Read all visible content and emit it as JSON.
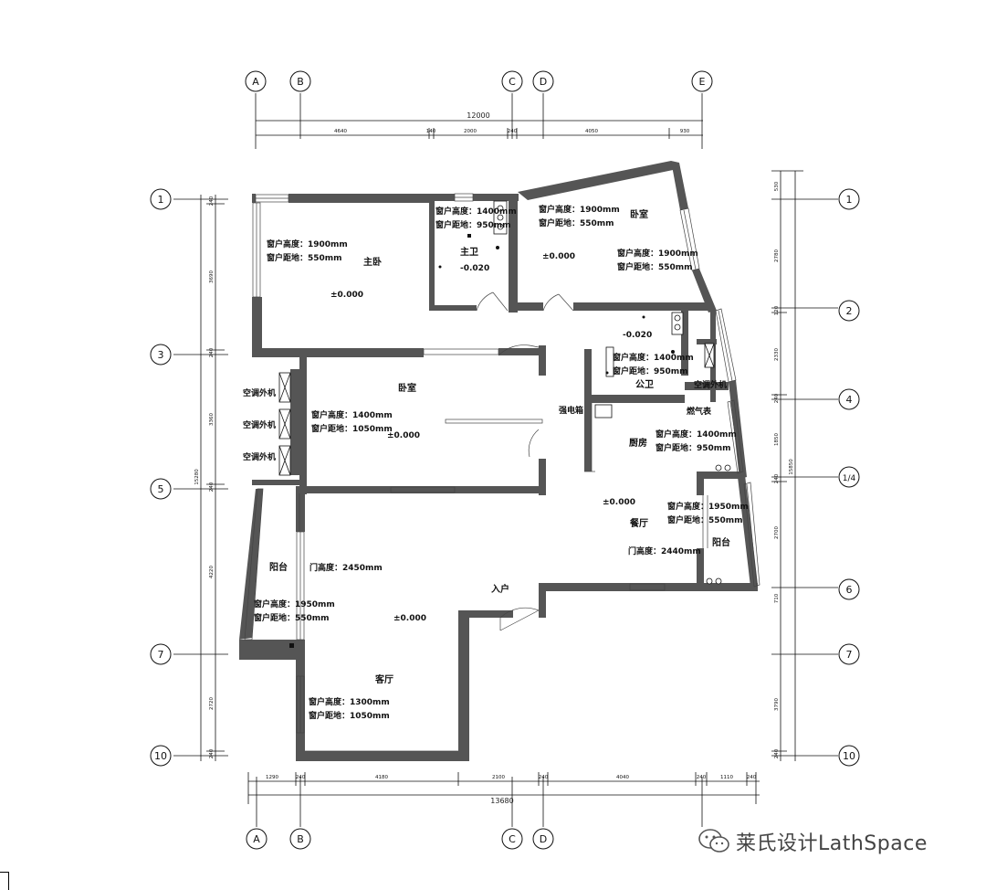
{
  "axes": {
    "top": [
      "A",
      "B",
      "C",
      "D",
      "E"
    ],
    "bottom": [
      "A",
      "B",
      "C",
      "D"
    ],
    "left": [
      "1",
      "3",
      "5",
      "7",
      "10"
    ],
    "right": [
      "1",
      "2",
      "4",
      "1/4",
      "6",
      "7",
      "10"
    ]
  },
  "dims": {
    "top_total": "12000",
    "top_segments": [
      "4640",
      "140",
      "2000",
      "240",
      "4050",
      "930"
    ],
    "bottom_total": "13680",
    "bottom_segments": [
      "1290",
      "240",
      "4180",
      "2100",
      "240",
      "4040",
      "240",
      "1110",
      "240"
    ],
    "left_total": "15280",
    "left_segments": [
      "240",
      "3690",
      "240",
      "3360",
      "240",
      "4220",
      "2720",
      "240"
    ],
    "right_total": "15850",
    "right_segments": [
      "530",
      "2780",
      "120",
      "2330",
      "240",
      "1850",
      "240",
      "2700",
      "710",
      "3790",
      "240"
    ]
  },
  "rooms": {
    "master_bedroom": "主卧",
    "master_bath": "主卫",
    "bedroom_ne": "卧室",
    "bedroom_mid": "卧室",
    "public_bath": "公卫",
    "kitchen": "厨房",
    "dining": "餐厅",
    "living": "客厅",
    "balcony_w": "阳台",
    "balcony_e": "阳台",
    "entry": "入户",
    "ac_1": "空调外机",
    "ac_2": "空调外机",
    "ac_3": "空调外机",
    "ac_4": "空调外机",
    "electric_box": "强电箱",
    "gas_meter": "燃气表"
  },
  "notes": {
    "mb_win_h": "窗户高度：1900mm",
    "mb_win_s": "窗户距地：550mm",
    "mbath_win_h": "窗户高度：1400mm",
    "mbath_win_s": "窗户距地：950mm",
    "ne_win1_h": "窗户高度：1900mm",
    "ne_win1_s": "窗户距地：550mm",
    "ne_win2_h": "窗户高度：1900mm",
    "ne_win2_s": "窗户距地：550mm",
    "pb_win_h": "窗户高度：1400mm",
    "pb_win_s": "窗户距地：950mm",
    "bm_win_h": "窗户高度：1400mm",
    "bm_win_s": "窗户距地：1050mm",
    "kit_win_h": "窗户高度：1400mm",
    "kit_win_s": "窗户距地：950mm",
    "dine_win_h": "窗户高度：1950mm",
    "dine_win_s": "窗户距地：550mm",
    "dine_door_h": "门高度：2440mm",
    "bal_door_h": "门高度：2450mm",
    "bal_win_h": "窗户高度：1950mm",
    "bal_win_s": "窗户距地：550mm",
    "liv_win_h": "窗户高度：1300mm",
    "liv_win_s": "窗户距地：1050mm"
  },
  "levels": {
    "mb": "±0.000",
    "mbath": "-0.020",
    "ne": "±0.000",
    "pb": "-0.020",
    "bm": "±0.000",
    "dine": "±0.000",
    "liv": "±0.000"
  },
  "watermark": {
    "icon": "wechat-icon",
    "text": "莱氏设计LathSpace"
  }
}
